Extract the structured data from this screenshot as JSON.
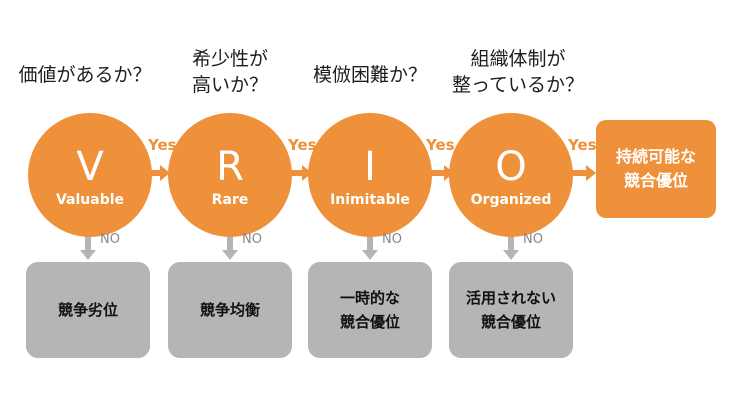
{
  "colors": {
    "accent": "#ee913a",
    "result_gray": "#b5b5b5",
    "arrow_gray": "#b5b5b5"
  },
  "questions": [
    "価値があるか？",
    "希少性が\n高いか？",
    "模倣困難か？",
    "組織体制が\n整っているか？"
  ],
  "stages": [
    {
      "letter": "V",
      "word": "Valuable"
    },
    {
      "letter": "R",
      "word": "Rare"
    },
    {
      "letter": "I",
      "word": "Inimitable"
    },
    {
      "letter": "O",
      "word": "Organized"
    }
  ],
  "yes_label": "Yes",
  "no_label": "NO",
  "final_result": "持続可能な\n競合優位",
  "results": [
    "競争劣位",
    "競争均衡",
    "一時的な\n競合優位",
    "活用されない\n競合優位"
  ]
}
